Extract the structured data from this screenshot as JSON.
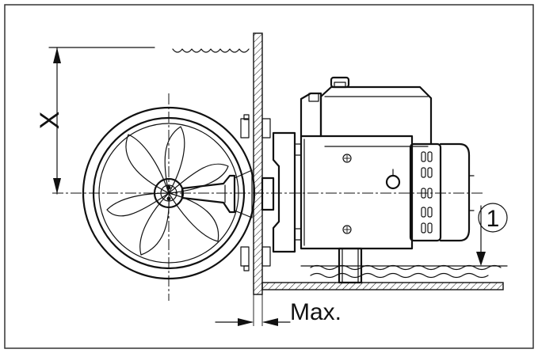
{
  "diagram": {
    "dimension_label": "X",
    "clearance_label": "Max.",
    "callout_number": "1"
  }
}
